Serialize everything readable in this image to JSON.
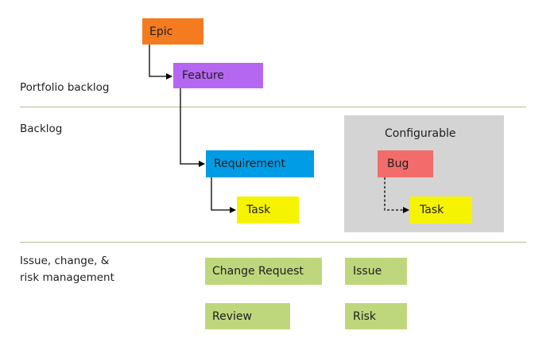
{
  "sections": {
    "portfolio_backlog": "Portfolio backlog",
    "backlog": "Backlog",
    "issue_line1": "Issue, change, &",
    "issue_line2": "risk management"
  },
  "configurable_label": "Configurable",
  "work_items": {
    "epic": {
      "label": "Epic",
      "color": "#f47b20"
    },
    "feature": {
      "label": "Feature",
      "color": "#b667f2"
    },
    "requirement": {
      "label": "Requirement",
      "color": "#009ce6"
    },
    "task": {
      "label": "Task",
      "color": "#f6f300"
    },
    "bug": {
      "label": "Bug",
      "color": "#f26c6c"
    },
    "bug_task": {
      "label": "Task",
      "color": "#f6f300"
    },
    "change_request": {
      "label": "Change Request",
      "color": "#bed77d"
    },
    "issue": {
      "label": "Issue",
      "color": "#bed77d"
    },
    "review": {
      "label": "Review",
      "color": "#bed77d"
    },
    "risk": {
      "label": "Risk",
      "color": "#bed77d"
    }
  },
  "colors": {
    "divider": "#b9b98f",
    "configurable_background": "#d4d4d4",
    "connector": "#000000"
  }
}
